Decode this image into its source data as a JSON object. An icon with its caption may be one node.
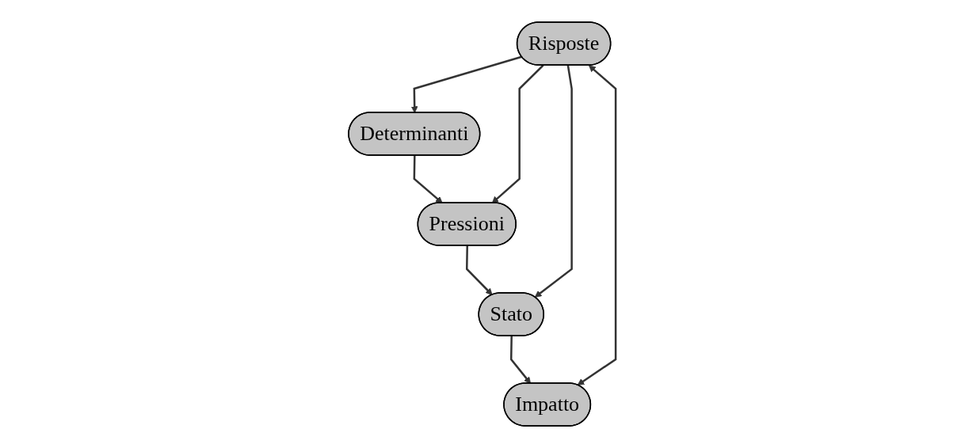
{
  "diagram": {
    "nodes": [
      {
        "text": [
          "Determinanti"
        ]
      },
      {
        "text": [
          "Pressioni"
        ]
      },
      {
        "text": [
          "Stato"
        ]
      },
      {
        "text": [
          "Impatto"
        ]
      },
      {
        "text": [
          "Risposte"
        ]
      }
    ],
    "edges": [
      {
        "from": 0,
        "to": 1,
        "arrow": "to"
      },
      {
        "from": 1,
        "to": 2,
        "arrow": "to"
      },
      {
        "from": 2,
        "to": 3,
        "arrow": "to"
      },
      {
        "from": 4,
        "to": 0,
        "arrow": "to"
      },
      {
        "from": 4,
        "to": 1,
        "arrow": "to"
      },
      {
        "from": 4,
        "to": 2,
        "arrow": "to"
      },
      {
        "from": 4,
        "to": 3,
        "arrow": "both"
      }
    ]
  }
}
